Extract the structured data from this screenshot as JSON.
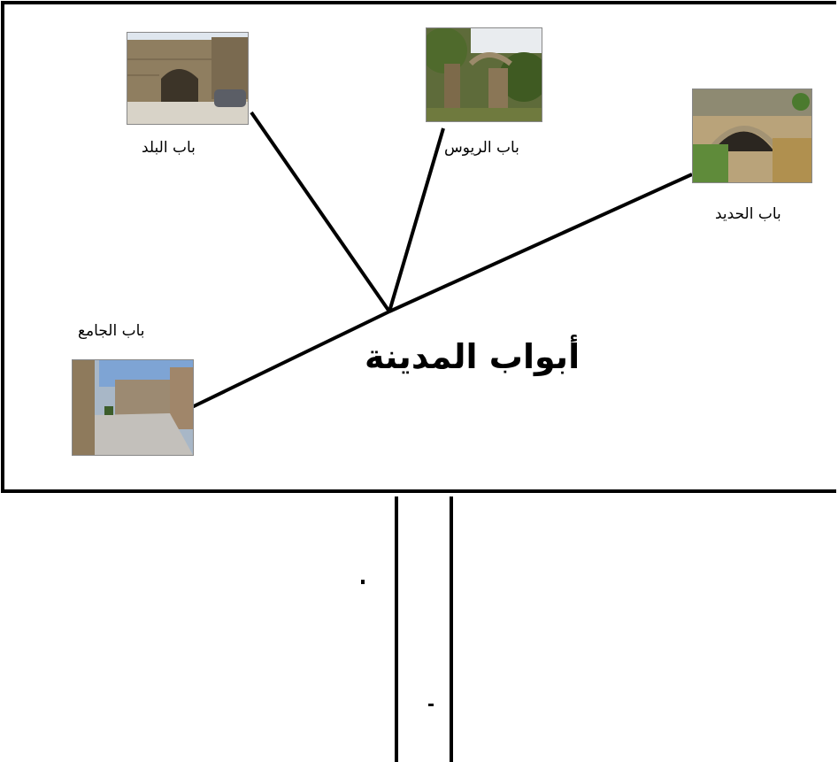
{
  "title": "أبواب المدينة",
  "gates": {
    "balad": {
      "label": "باب البلد",
      "photo_icon": "stone-arch-gate-photo"
    },
    "rayus": {
      "label": "باب الريوس",
      "photo_icon": "overgrown-ruin-photo"
    },
    "hadid": {
      "label": "باب الحديد",
      "photo_icon": "tunnel-arch-photo"
    },
    "jamie": {
      "label": "باب الجامع",
      "photo_icon": "street-buildings-photo"
    }
  },
  "colors": {
    "line": "#000000",
    "background": "#ffffff"
  }
}
